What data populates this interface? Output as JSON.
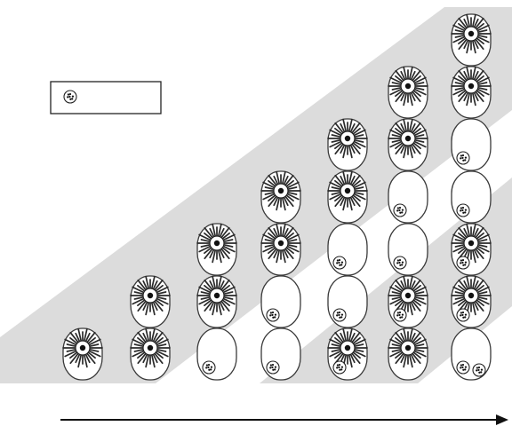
{
  "diagram": {
    "colors": {
      "band": "#dcdcdc",
      "cell_outline": "#3a3a3a",
      "burst": "#2a2a2a",
      "arrow": "#111111"
    },
    "legend": {
      "icon": "vesicle-icon",
      "label": ""
    },
    "axis_arrow": {
      "label": ""
    },
    "columns": [
      {
        "cells": [
          {
            "burst": true,
            "vesicles": 0
          }
        ]
      },
      {
        "cells": [
          {
            "burst": true,
            "vesicles": 0
          },
          {
            "burst": true,
            "vesicles": 0
          }
        ]
      },
      {
        "cells": [
          {
            "burst": false,
            "vesicles": 1
          },
          {
            "burst": true,
            "vesicles": 0
          },
          {
            "burst": true,
            "vesicles": 0
          }
        ]
      },
      {
        "cells": [
          {
            "burst": false,
            "vesicles": 1
          },
          {
            "burst": false,
            "vesicles": 1
          },
          {
            "burst": true,
            "vesicles": 0
          },
          {
            "burst": true,
            "vesicles": 0
          }
        ]
      },
      {
        "cells": [
          {
            "burst": true,
            "vesicles": 1
          },
          {
            "burst": false,
            "vesicles": 1
          },
          {
            "burst": false,
            "vesicles": 1
          },
          {
            "burst": true,
            "vesicles": 0
          },
          {
            "burst": true,
            "vesicles": 0
          }
        ]
      },
      {
        "cells": [
          {
            "burst": true,
            "vesicles": 0
          },
          {
            "burst": true,
            "vesicles": 1
          },
          {
            "burst": false,
            "vesicles": 1
          },
          {
            "burst": false,
            "vesicles": 1
          },
          {
            "burst": true,
            "vesicles": 0
          },
          {
            "burst": true,
            "vesicles": 0
          }
        ]
      },
      {
        "cells": [
          {
            "burst": false,
            "vesicles": 2
          },
          {
            "burst": true,
            "vesicles": 1
          },
          {
            "burst": true,
            "vesicles": 1
          },
          {
            "burst": false,
            "vesicles": 1
          },
          {
            "burst": false,
            "vesicles": 1
          },
          {
            "burst": true,
            "vesicles": 0
          },
          {
            "burst": true,
            "vesicles": 0
          }
        ]
      }
    ]
  }
}
